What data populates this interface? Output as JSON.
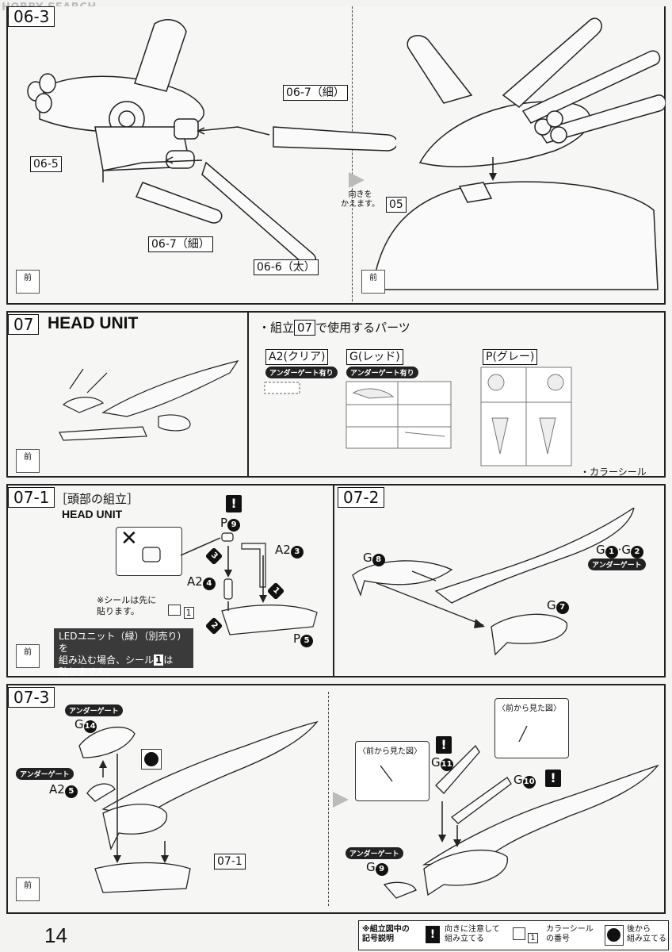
{
  "header": {
    "logo": "HOBBY SEARCH"
  },
  "step_06_3": {
    "label": "06-3",
    "parts": [
      "06-7（細）",
      "06-5",
      "06-7（細）",
      "06-6（太）",
      "05"
    ],
    "turn_note_1": "向きを",
    "turn_note_2": "かえます。"
  },
  "step_07": {
    "label": "07",
    "title": "HEAD UNIT",
    "parts_heading_prefix": "・組立",
    "parts_heading_step": "07",
    "parts_heading_suffix": "で使用するパーツ",
    "runners": [
      {
        "name": "A2(クリア)",
        "badge": "アンダーゲート有り"
      },
      {
        "name": "G(レッド)",
        "badge": "アンダーゲート有り"
      },
      {
        "name": "P(グレー)",
        "badge": ""
      }
    ],
    "color_seal": "・カラーシール"
  },
  "step_07_1": {
    "label": "07-1",
    "subtitle": "［頭部の組立］",
    "title": "HEAD UNIT",
    "p9": "P",
    "a23": "A2",
    "a24": "A2",
    "p5": "P",
    "seal_note_1": "※シールは先に",
    "seal_note_2": "貼ります。",
    "seal_num": "1",
    "warning_1": "LEDユニット（緑）（別売り）を",
    "warning_2": "組み込む場合、シール",
    "warning_num": "1",
    "warning_3": "は",
    "warning_4": "貼りません。"
  },
  "step_07_2": {
    "label": "07-2",
    "g8": "G",
    "g12": "G",
    "g7": "G",
    "undergate": "アンダーゲート"
  },
  "step_07_3": {
    "label": "07-3",
    "undergate": "アンダーゲート",
    "g14": "G",
    "a25": "A2",
    "ref": "07-1",
    "front_view_1": "〈前から見た図〉",
    "front_view_2": "〈前から見た図〉",
    "g11": "G",
    "g10": "G",
    "g9": "G"
  },
  "front_label": "前",
  "footer": {
    "page_number": "14",
    "legend_title_1": "※組立図中の",
    "legend_title_2": "記号説明",
    "legend_1_a": "向きに注意して",
    "legend_1_b": "組み立てる",
    "legend_2_num": "1",
    "legend_2_a": "カラーシール",
    "legend_2_b": "の番号",
    "legend_3_a": "後から",
    "legend_3_b": "組み立てる"
  }
}
